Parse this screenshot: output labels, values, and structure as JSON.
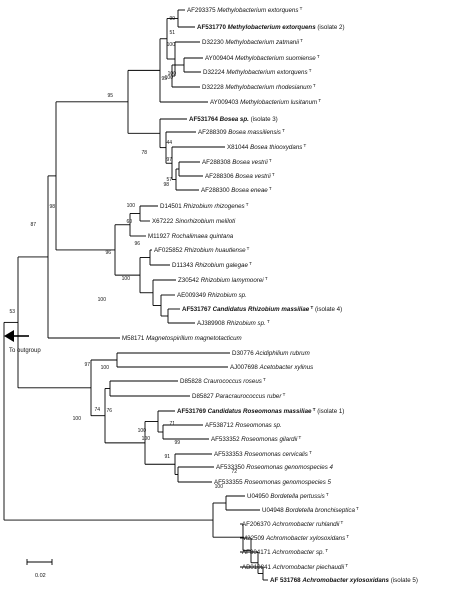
{
  "taxa": [
    {
      "acc": "AF293375",
      "name": "Methylobacterium extorquens",
      "sup": "T",
      "note": ""
    },
    {
      "acc": "AF531770",
      "name": "Methylobacterium extorquens",
      "sup": "",
      "note": "(isolate 2)",
      "bold": true
    },
    {
      "acc": "D32230",
      "name": "Methylobacterium zatmanii",
      "sup": "T",
      "note": ""
    },
    {
      "acc": "AY009404",
      "name": "Methylobacterium suomiense",
      "sup": "T",
      "note": ""
    },
    {
      "acc": "D32224",
      "name": "Methylobacterium extorquens",
      "sup": "T",
      "note": ""
    },
    {
      "acc": "D32228",
      "name": "Methylobacterium rhodesianum",
      "sup": "T",
      "note": ""
    },
    {
      "acc": "AY009403",
      "name": "Methylobacterium lusitanum",
      "sup": "T",
      "note": ""
    },
    {
      "acc": "AF531764",
      "name": "Bosea sp.",
      "sup": "",
      "note": "(isolate 3)",
      "bold": true
    },
    {
      "acc": "AF288309",
      "name": "Bosea massiliensis",
      "sup": "T",
      "note": ""
    },
    {
      "acc": "X81044",
      "name": "Bosea thiooxydans",
      "sup": "T",
      "note": ""
    },
    {
      "acc": "AF288308",
      "name": "Bosea vestrii",
      "sup": "T",
      "note": ""
    },
    {
      "acc": "AF288306",
      "name": "Bosea vestrii",
      "sup": "T",
      "note": ""
    },
    {
      "acc": "AF288300",
      "name": "Bosea eneae",
      "sup": "T",
      "note": ""
    },
    {
      "acc": "D14501",
      "name": "Rhizobium rhizogenes",
      "sup": "T",
      "note": ""
    },
    {
      "acc": "X67222",
      "name": "Sinorhizobium meliloti",
      "sup": "",
      "note": ""
    },
    {
      "acc": "M11927",
      "name": "Rochalimaea quintana",
      "sup": "",
      "note": ""
    },
    {
      "acc": "AF025852",
      "name": "Rhizobium huautlense",
      "sup": "T",
      "note": ""
    },
    {
      "acc": "D11343",
      "name": "Rhizobium galegae",
      "sup": "T",
      "note": ""
    },
    {
      "acc": "Z30542",
      "name": "Rhizobium lamymoorei",
      "sup": "T",
      "note": ""
    },
    {
      "acc": "AE009349",
      "name": "Rhizobium sp.",
      "sup": "",
      "note": ""
    },
    {
      "acc": "AF531767",
      "name": "Candidatus Rhizobium massiliae",
      "sup": "T",
      "note": "(isolate 4)",
      "bold": true
    },
    {
      "acc": "AJ389908",
      "name": "Rhizobium sp.",
      "sup": "T",
      "note": ""
    },
    {
      "acc": "M58171",
      "name": "Magnetospirillum magnetotacticum",
      "sup": "",
      "note": ""
    },
    {
      "acc": "D30776",
      "name": "Acidiphilium rubrum",
      "sup": "",
      "note": ""
    },
    {
      "acc": "AJ007698",
      "name": "Acetobacter xylinus",
      "sup": "",
      "note": ""
    },
    {
      "acc": "D85828",
      "name": "Craurococcus roseus",
      "sup": "T",
      "note": ""
    },
    {
      "acc": "D85827",
      "name": "Paracraurococcus ruber",
      "sup": "T",
      "note": ""
    },
    {
      "acc": "AF531769",
      "name": "Candidatus Roseomonas massiliae",
      "sup": "T",
      "note": "(isolate 1)",
      "bold": true
    },
    {
      "acc": "AF538712",
      "name": "Roseomonas sp.",
      "sup": "",
      "note": ""
    },
    {
      "acc": "AF533352",
      "name": "Roseomonas gilardii",
      "sup": "T",
      "note": ""
    },
    {
      "acc": "AF533353",
      "name": "Roseomonas cervicalis",
      "sup": "T",
      "note": ""
    },
    {
      "acc": "AF533350",
      "name": "Roseomonas genomospecies 4",
      "sup": "",
      "note": ""
    },
    {
      "acc": "AF533355",
      "name": "Roseomonas genomospecies 5",
      "sup": "",
      "note": ""
    },
    {
      "acc": "U04950",
      "name": "Bordetella pertussis",
      "sup": "T",
      "note": ""
    },
    {
      "acc": "U04948",
      "name": "Bordetella bronchiseptica",
      "sup": "T",
      "note": ""
    },
    {
      "acc": "AF206370",
      "name": "Achromobacter ruhlandii",
      "sup": "T",
      "note": ""
    },
    {
      "acc": "M22509",
      "name": "Achromobacter xylosoxidans",
      "sup": "T",
      "note": ""
    },
    {
      "acc": "AF304171",
      "name": "Achromobacter sp.",
      "sup": "T",
      "note": ""
    },
    {
      "acc": "AB010841",
      "name": "Achromobacter piechaudii",
      "sup": "T",
      "note": ""
    },
    {
      "acc": "AF 531768",
      "name": "Achromobacter xylosoxidans",
      "sup": "",
      "note": "(isolate 5)",
      "bold": true
    }
  ],
  "bootstrap": [
    "99",
    "51",
    "100",
    "100",
    "100",
    "95",
    "44",
    "97",
    "57",
    "98",
    "95",
    "78",
    "100",
    "60",
    "96",
    "98",
    "96",
    "100",
    "100",
    "87",
    "97",
    "100",
    "76",
    "74",
    "100",
    "71",
    "100",
    "99",
    "100",
    "91",
    "72",
    "100",
    "53"
  ],
  "outgroup_label": "To outgroup",
  "scale_label": "0.02"
}
